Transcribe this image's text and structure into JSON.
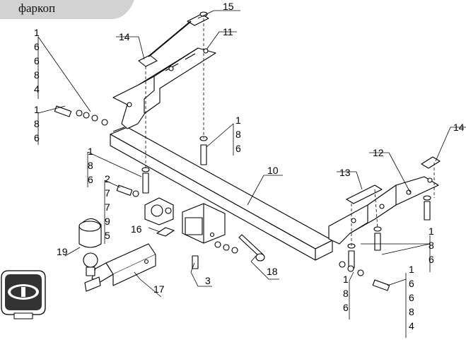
{
  "header": {
    "tab_label": "фаркоп"
  },
  "callouts": {
    "c1": [
      "1",
      "6",
      "6",
      "8",
      "4"
    ],
    "c2": [
      "1",
      "8",
      "6"
    ],
    "c3": [
      "1",
      "8",
      "6"
    ],
    "c4": [
      "1",
      "8",
      "6"
    ],
    "c5": [
      "2",
      "7",
      "7",
      "9",
      "5"
    ],
    "c6": [
      "1",
      "8",
      "6"
    ],
    "c7": [
      "1",
      "8",
      "6"
    ],
    "c8": [
      "1",
      "6",
      "6",
      "8",
      "4"
    ],
    "p3": "3",
    "p10": "10",
    "p11": "11",
    "p12": "12",
    "p13": "13",
    "p14a": "14",
    "p14b": "14",
    "p15": "15",
    "p16": "16",
    "p17": "17",
    "p18": "18",
    "p19": "19"
  },
  "colors": {
    "tab": "#d2d2d2",
    "line": "#000000",
    "fill": "#ffffff"
  },
  "icons": {
    "brand": "brand-logo-icon"
  }
}
